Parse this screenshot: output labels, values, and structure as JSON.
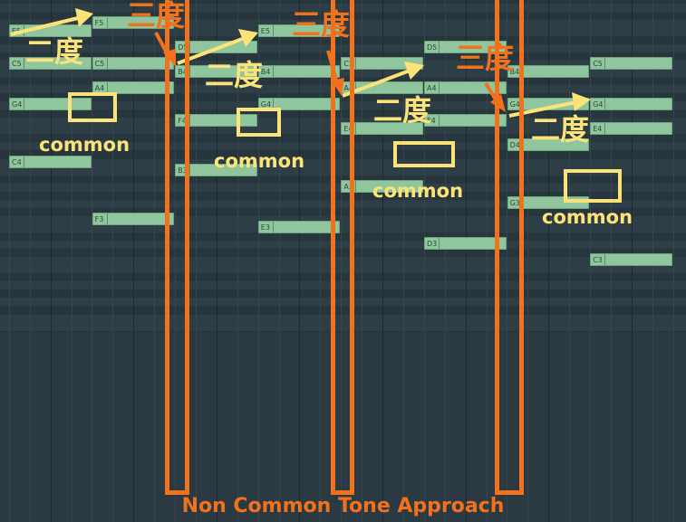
{
  "notes": [
    {
      "label": "E5",
      "beat": 0,
      "pitch": 76
    },
    {
      "label": "C5",
      "beat": 0,
      "pitch": 72
    },
    {
      "label": "G4",
      "beat": 0,
      "pitch": 67
    },
    {
      "label": "C4",
      "beat": 0,
      "pitch": 60
    },
    {
      "label": "F5",
      "beat": 1,
      "pitch": 77
    },
    {
      "label": "C5",
      "beat": 1,
      "pitch": 72
    },
    {
      "label": "A4",
      "beat": 1,
      "pitch": 69
    },
    {
      "label": "F3",
      "beat": 1,
      "pitch": 53
    },
    {
      "label": "D5",
      "beat": 2,
      "pitch": 74
    },
    {
      "label": "B4",
      "beat": 2,
      "pitch": 71
    },
    {
      "label": "F4",
      "beat": 2,
      "pitch": 65
    },
    {
      "label": "B3",
      "beat": 2,
      "pitch": 59
    },
    {
      "label": "E5",
      "beat": 3,
      "pitch": 76
    },
    {
      "label": "B4",
      "beat": 3,
      "pitch": 71
    },
    {
      "label": "G4",
      "beat": 3,
      "pitch": 67
    },
    {
      "label": "E3",
      "beat": 3,
      "pitch": 52
    },
    {
      "label": "C5",
      "beat": 4,
      "pitch": 72
    },
    {
      "label": "A4",
      "beat": 4,
      "pitch": 69
    },
    {
      "label": "E4",
      "beat": 4,
      "pitch": 64
    },
    {
      "label": "A3",
      "beat": 4,
      "pitch": 57
    },
    {
      "label": "D5",
      "beat": 5,
      "pitch": 74
    },
    {
      "label": "A4",
      "beat": 5,
      "pitch": 69
    },
    {
      "label": "F4",
      "beat": 5,
      "pitch": 65
    },
    {
      "label": "D3",
      "beat": 5,
      "pitch": 50
    },
    {
      "label": "B4",
      "beat": 6,
      "pitch": 71
    },
    {
      "label": "G4",
      "beat": 6,
      "pitch": 67
    },
    {
      "label": "D4",
      "beat": 6,
      "pitch": 62
    },
    {
      "label": "G3",
      "beat": 6,
      "pitch": 55
    },
    {
      "label": "C5",
      "beat": 7,
      "pitch": 72
    },
    {
      "label": "G4",
      "beat": 7,
      "pitch": 67
    },
    {
      "label": "E4",
      "beat": 7,
      "pitch": 64
    },
    {
      "label": "C3",
      "beat": 7,
      "pitch": 48
    }
  ],
  "annotations": {
    "second_label": "二度",
    "third_label": "三度",
    "common_label": "common",
    "caption": "Non Common Tone Approach"
  },
  "colors": {
    "background": "#2b3a42",
    "note_fill": "#8fc69d",
    "highlight_yellow": "#fbe37a",
    "highlight_orange": "#f2711c"
  }
}
